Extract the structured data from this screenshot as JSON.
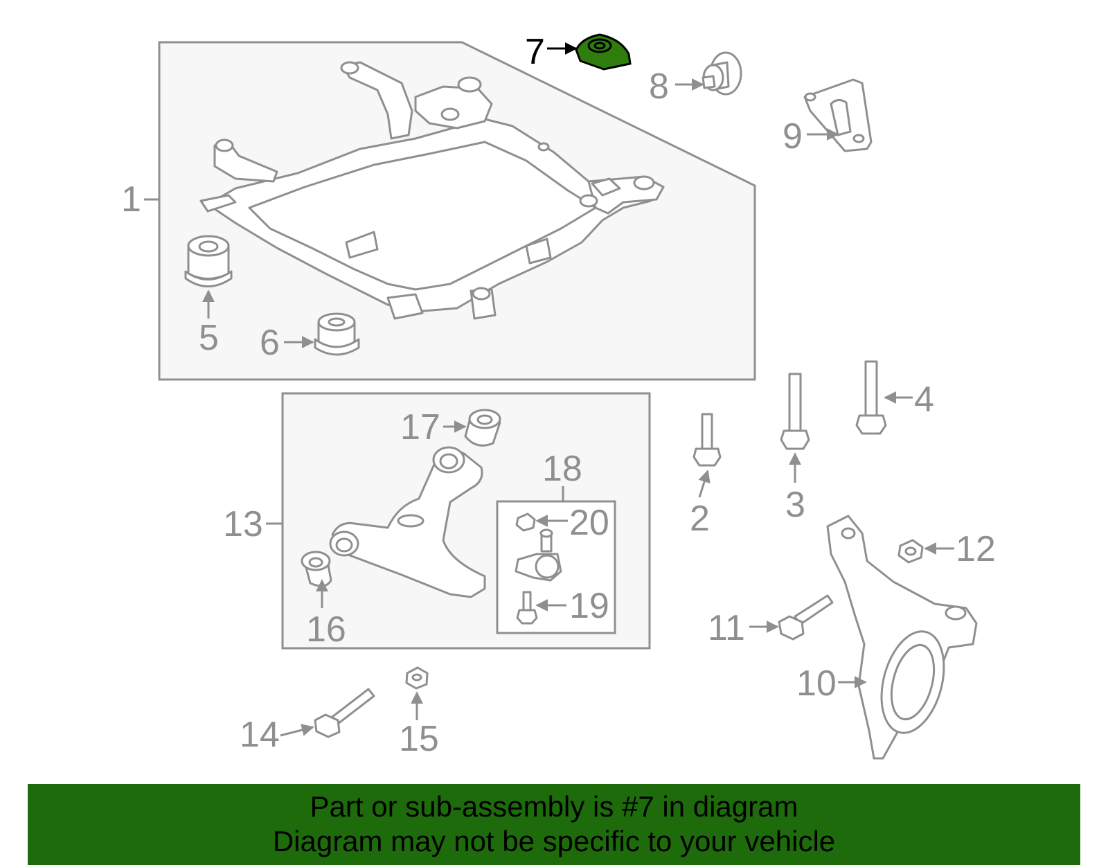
{
  "callouts": {
    "c1": "1",
    "c2": "2",
    "c3": "3",
    "c4": "4",
    "c5": "5",
    "c6": "6",
    "c7": "7",
    "c8": "8",
    "c9": "9",
    "c10": "10",
    "c11": "11",
    "c12": "12",
    "c13": "13",
    "c14": "14",
    "c15": "15",
    "c16": "16",
    "c17": "17",
    "c18": "18",
    "c19": "19",
    "c20": "20"
  },
  "highlight": {
    "part": "7",
    "color": "#2f7d0c"
  },
  "banner": {
    "line1": "Part or sub-assembly is #7 in diagram",
    "line2": "Diagram may not be specific to your vehicle",
    "background": "#1e6b0c"
  }
}
